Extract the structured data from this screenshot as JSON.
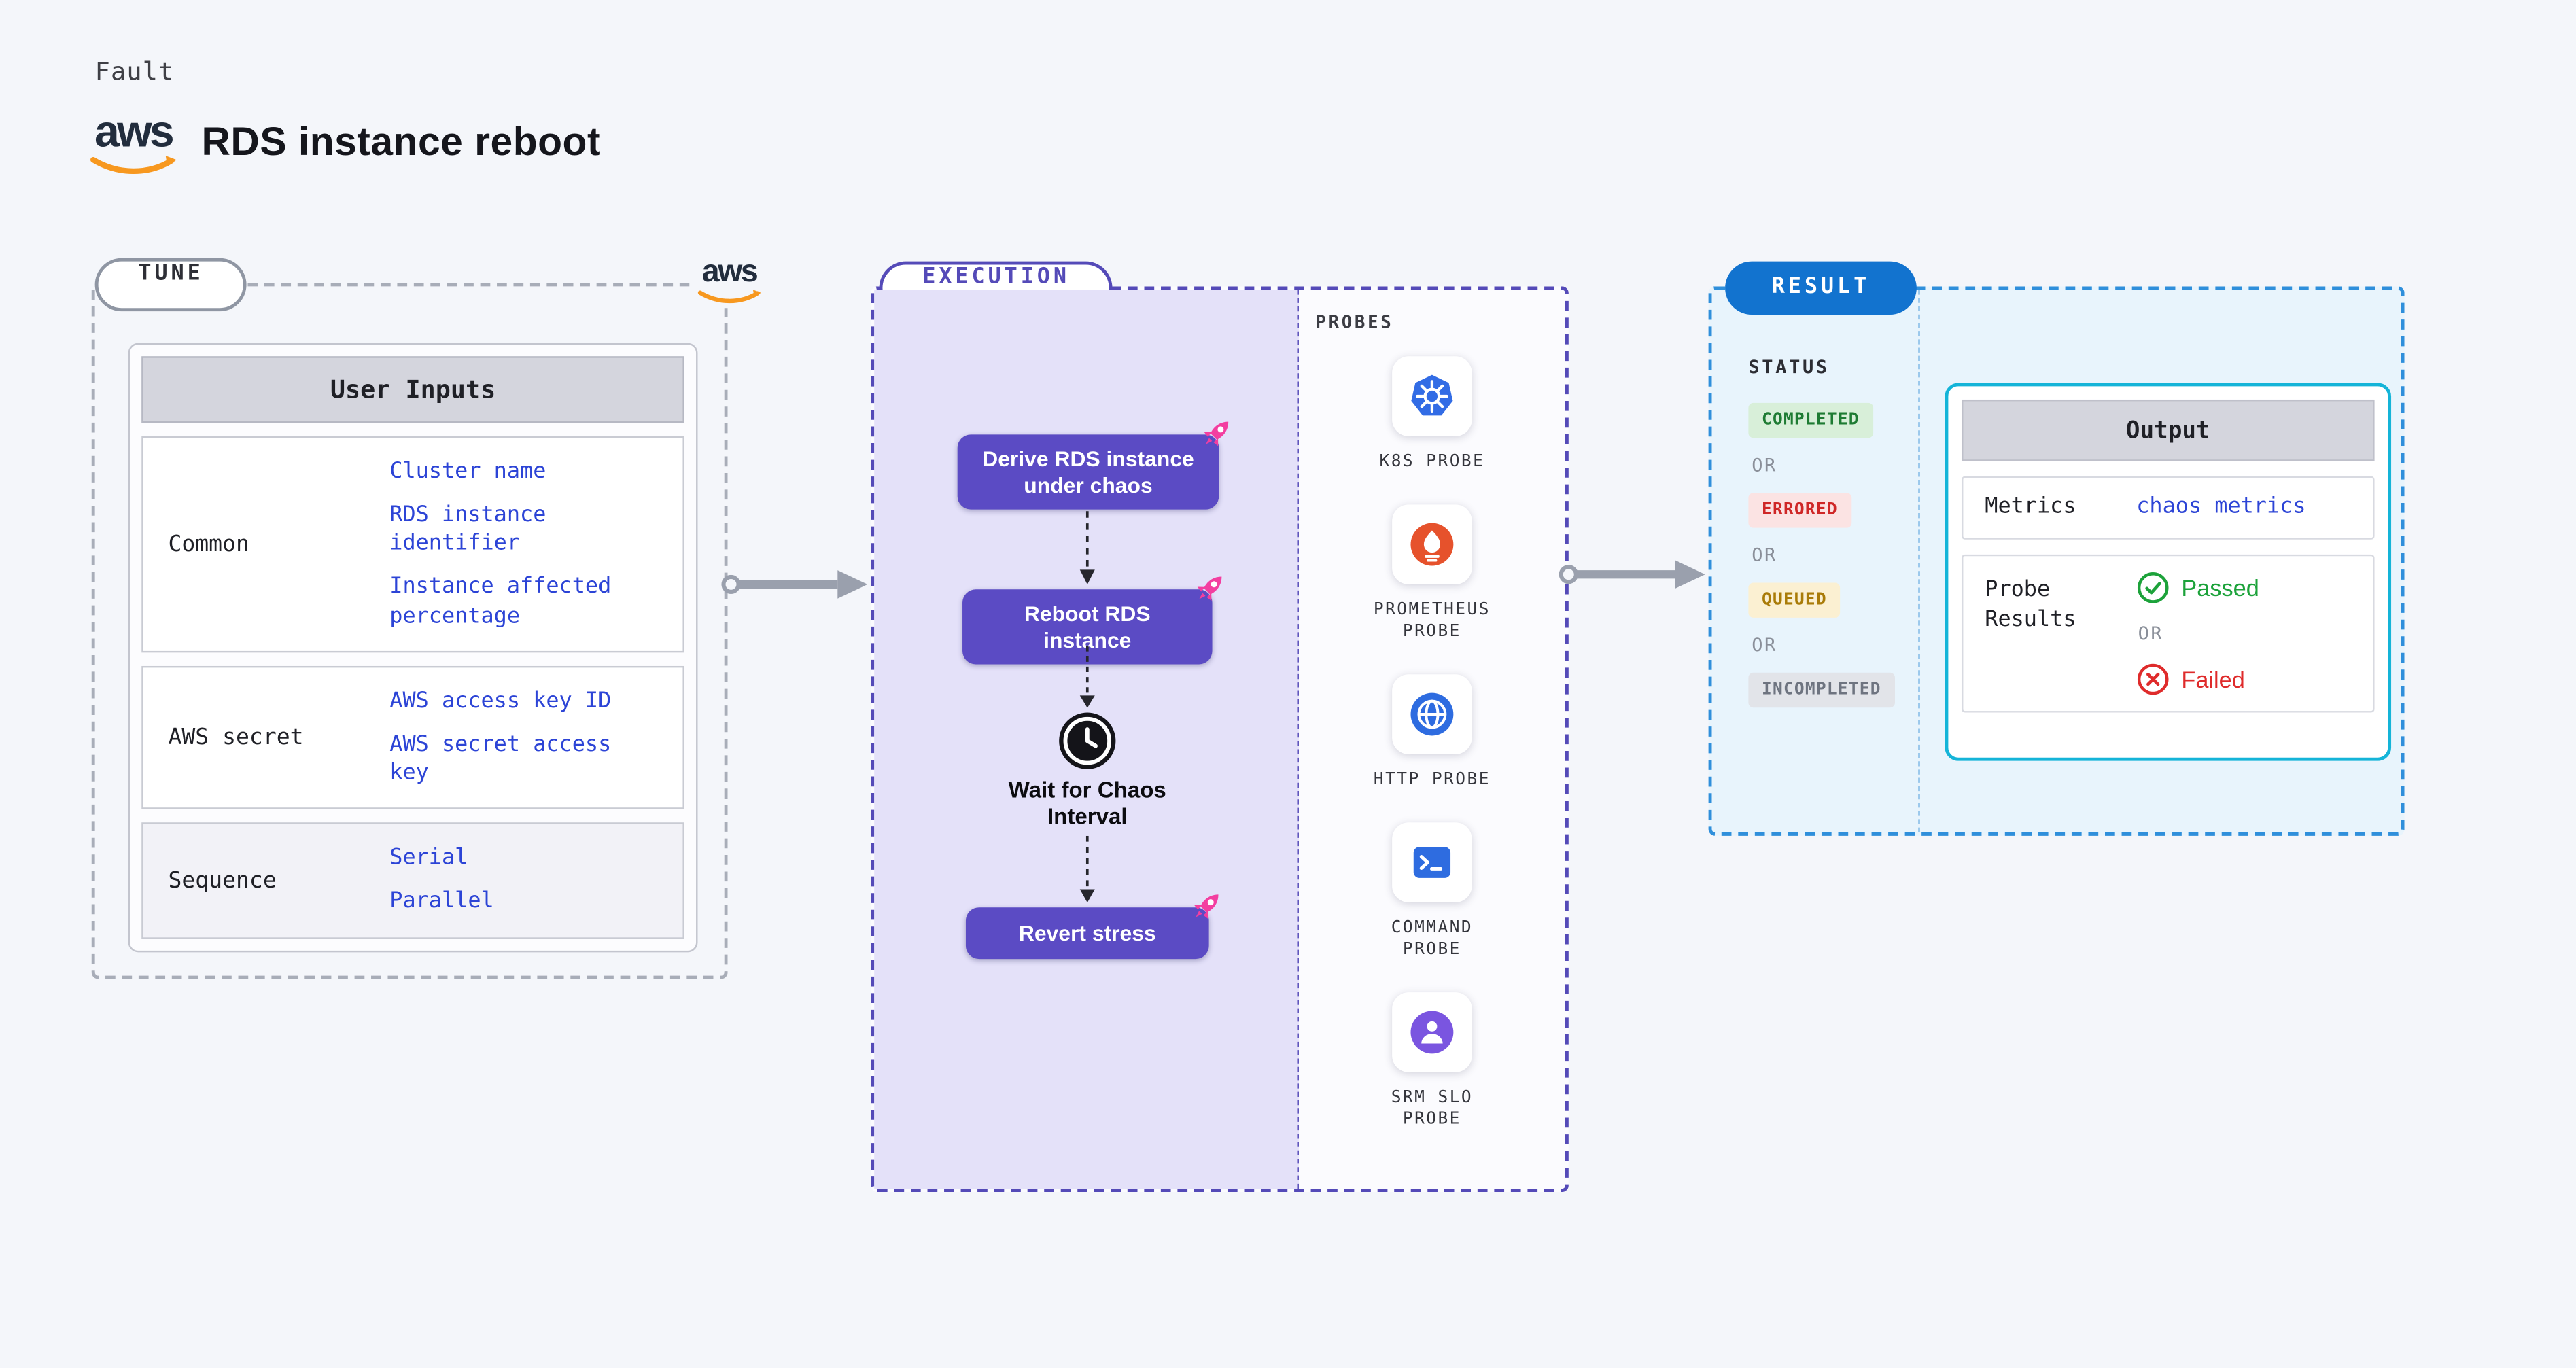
{
  "page": {
    "kicker": "Fault",
    "title": "RDS instance reboot",
    "aws_logo_text": "aws"
  },
  "tune": {
    "pill": "TUNE",
    "table": {
      "header": "User Inputs",
      "rows": [
        {
          "label": "Common",
          "values": [
            "Cluster name",
            "RDS instance identifier",
            "Instance affected percentage"
          ]
        },
        {
          "label": "AWS secret",
          "values": [
            "AWS access key ID",
            "AWS secret access key"
          ]
        },
        {
          "label": "Sequence",
          "values": [
            "Serial",
            "Parallel"
          ]
        }
      ]
    }
  },
  "execution": {
    "pill": "EXECUTION",
    "steps": {
      "derive": "Derive RDS instance under chaos",
      "reboot": "Reboot RDS instance",
      "wait": "Wait for Chaos Interval",
      "revert": "Revert stress"
    },
    "probes": {
      "heading": "PROBES",
      "items": [
        {
          "name": "K8S PROBE",
          "icon": "kubernetes-icon"
        },
        {
          "name": "PROMETHEUS PROBE",
          "icon": "prometheus-icon"
        },
        {
          "name": "HTTP PROBE",
          "icon": "globe-icon"
        },
        {
          "name": "COMMAND PROBE",
          "icon": "terminal-icon"
        },
        {
          "name": "SRM SLO PROBE",
          "icon": "srm-icon"
        }
      ]
    }
  },
  "result": {
    "pill": "RESULT",
    "status": {
      "heading": "STATUS",
      "completed": "COMPLETED",
      "errored": "ERRORED",
      "queued": "QUEUED",
      "incompleted": "INCOMPLETED",
      "or": "OR"
    },
    "output": {
      "header": "Output",
      "metrics_label": "Metrics",
      "metrics_link": "chaos metrics",
      "probe_results_label": "Probe Results",
      "passed": "Passed",
      "failed": "Failed",
      "or": "OR"
    }
  },
  "colors": {
    "purple": "#5b4bc4",
    "execution_bg": "#e4e1f9",
    "result_blue": "#1273cf",
    "result_bg": "#e8f4fc",
    "output_border": "#14b4d8",
    "link_blue": "#2c44d6",
    "passed_green": "#1ca23a",
    "failed_red": "#df2b2b",
    "rocket_pink": "#f33ea0",
    "arrow_gray": "#9aa0ad"
  }
}
